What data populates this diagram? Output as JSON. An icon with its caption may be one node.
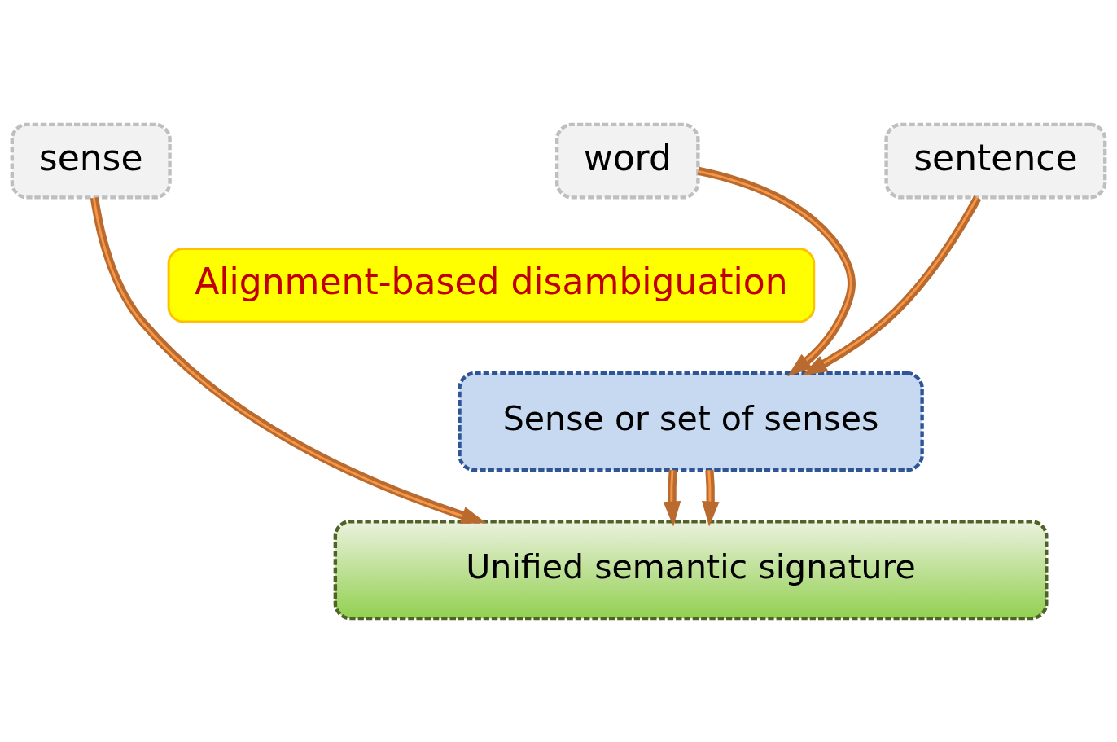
{
  "diagram": {
    "nodes": [
      {
        "text": [
          "sense"
        ]
      },
      {
        "text": [
          "word"
        ]
      },
      {
        "text": [
          "sentence"
        ]
      },
      {
        "text": [
          "Alignment-based disambiguation"
        ]
      },
      {
        "text": [
          "Sense or set of senses"
        ]
      },
      {
        "text": [
          "Unified semantic signature"
        ]
      }
    ],
    "edges": [
      {
        "from": 0,
        "to": 5,
        "arrow": "to"
      },
      {
        "from": 1,
        "to": 4,
        "arrow": "to"
      },
      {
        "from": 2,
        "to": 4,
        "arrow": "to"
      },
      {
        "from": 4,
        "to": 5,
        "arrow": "to"
      },
      {
        "from": 4,
        "to": 5,
        "arrow": "to"
      }
    ]
  }
}
